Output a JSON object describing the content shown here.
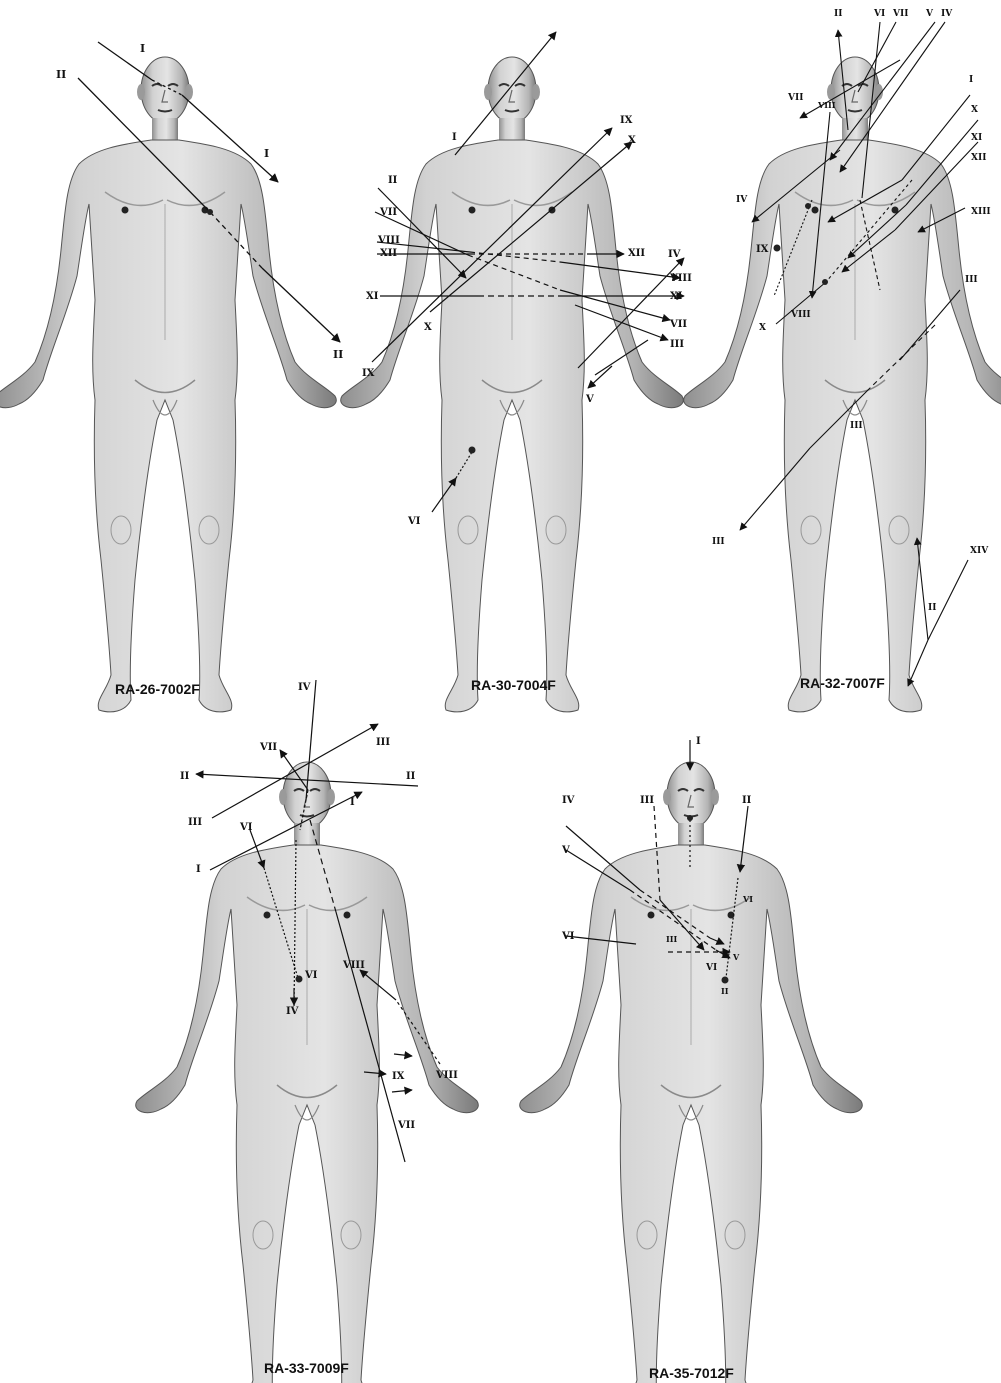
{
  "figures": [
    {
      "id": "fig1",
      "caption": "RA-26-7002F",
      "labels": [
        "I",
        "I",
        "II",
        "II"
      ]
    },
    {
      "id": "fig2",
      "caption": "RA-30-7004F",
      "labels": [
        "I",
        "IX",
        "X",
        "II",
        "VII",
        "VIII",
        "XII",
        "XII",
        "IV",
        "VIII",
        "XI",
        "XI",
        "X",
        "VII",
        "III",
        "IX",
        "V",
        "VI"
      ]
    },
    {
      "id": "fig3",
      "caption": "RA-32-7007F",
      "labels": [
        "II",
        "VI",
        "VII",
        "V",
        "IV",
        "VII",
        "VIII",
        "I",
        "X",
        "XI",
        "XII",
        "XIII",
        "IV",
        "IX",
        "VIII",
        "X",
        "III",
        "III",
        "III",
        "XIV",
        "II"
      ]
    },
    {
      "id": "fig4",
      "caption": "RA-33-7009F",
      "labels": [
        "IV",
        "VII",
        "III",
        "II",
        "II",
        "III",
        "I",
        "VI",
        "I",
        "VI",
        "IV",
        "VIII",
        "VIII",
        "IX",
        "VII"
      ]
    },
    {
      "id": "fig5",
      "caption": "RA-35-7012F",
      "labels": [
        "I",
        "IV",
        "III",
        "II",
        "V",
        "VI",
        "VI",
        "III",
        "V",
        "VI",
        "II"
      ]
    }
  ]
}
